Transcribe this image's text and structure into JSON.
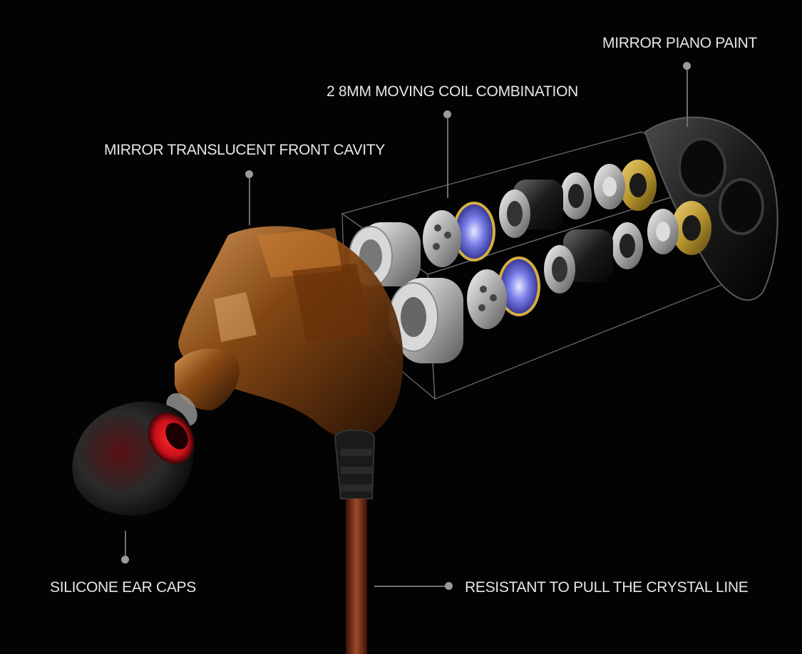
{
  "labels": {
    "mirror_piano_paint": "MIRROR PIANO PAINT",
    "moving_coil": "2 8MM MOVING COIL COMBINATION",
    "front_cavity": "MIRROR TRANSLUCENT FRONT CAVITY",
    "ear_caps": "SILICONE EAR CAPS",
    "crystal_line": "RESISTANT TO PULL THE CRYSTAL LINE"
  },
  "colors": {
    "background": "#030303",
    "label_text": "#e6e6e6",
    "leader_line": "#6f6f6f",
    "shell_amber": "#8a4a14",
    "ear_cap_red": "#c8101a",
    "cable_copper": "#8a3a20",
    "gold_ring": "#b8962e"
  }
}
